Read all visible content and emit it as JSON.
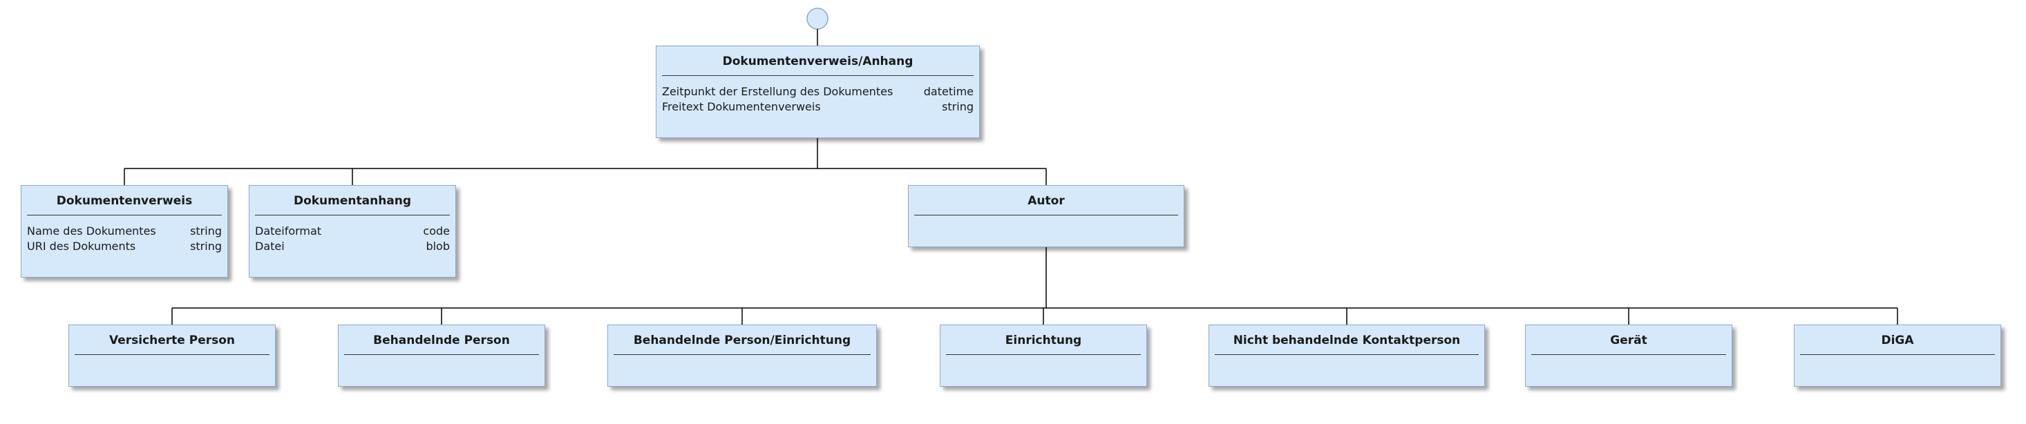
{
  "diagram": {
    "root": {
      "title": "Dokumentenverweis/Anhang",
      "attributes": [
        {
          "name": "Zeitpunkt der Erstellung des Dokumentes",
          "type": "datetime"
        },
        {
          "name": "Freitext Dokumentenverweis",
          "type": "string"
        }
      ]
    },
    "level1": [
      {
        "title": "Dokumentenverweis",
        "attributes": [
          {
            "name": "Name des Dokumentes",
            "type": "string"
          },
          {
            "name": "URI des Dokuments",
            "type": "string"
          }
        ]
      },
      {
        "title": "Dokumentanhang",
        "attributes": [
          {
            "name": "Dateiformat",
            "type": "code"
          },
          {
            "name": "Datei",
            "type": "blob"
          }
        ]
      },
      {
        "title": "Autor",
        "attributes": []
      }
    ],
    "level2": [
      {
        "title": "Versicherte Person"
      },
      {
        "title": "Behandelnde Person"
      },
      {
        "title": "Behandelnde Person/Einrichtung"
      },
      {
        "title": "Einrichtung"
      },
      {
        "title": "Nicht behandelnde Kontaktperson"
      },
      {
        "title": "Gerät"
      },
      {
        "title": "DiGA"
      }
    ],
    "colors": {
      "node_fill": "#d6e9fb",
      "node_border": "#8aa9c8",
      "start_fill": "#d6e9fb",
      "line": "#000000"
    },
    "start_symbol": "start-circle"
  }
}
